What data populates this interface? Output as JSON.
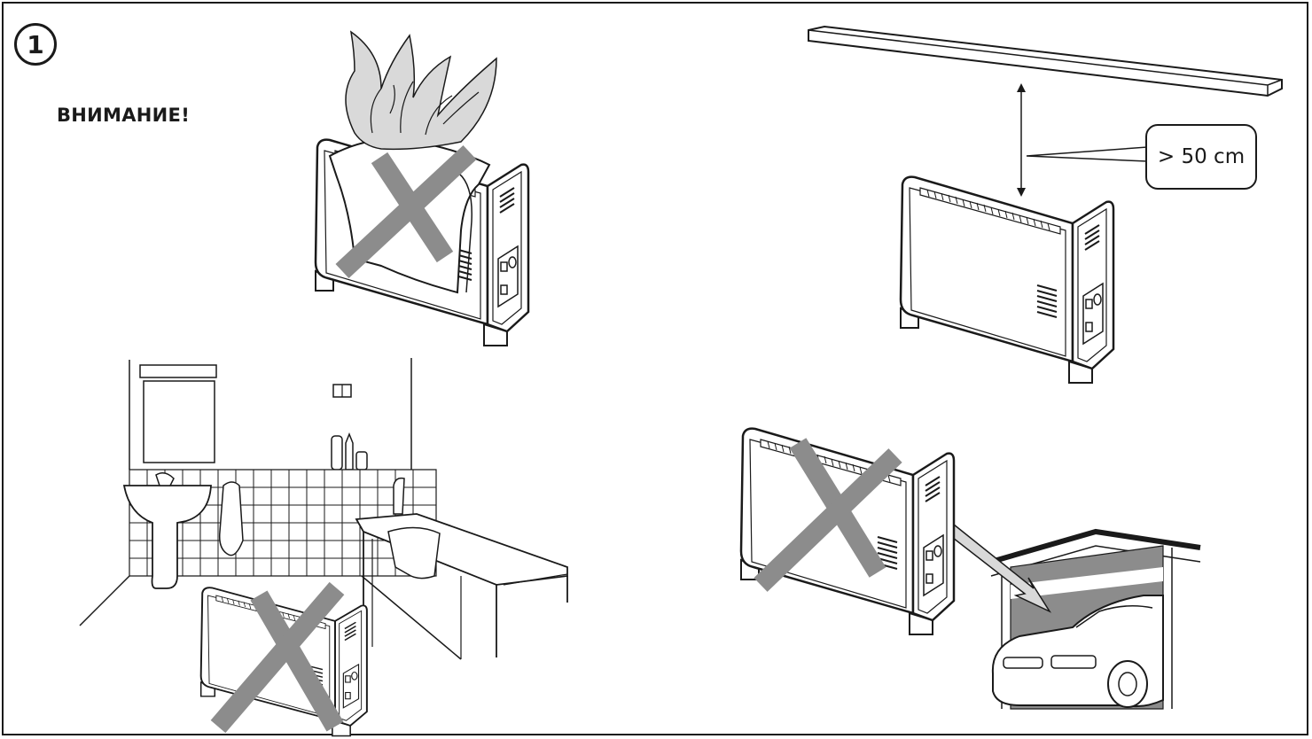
{
  "step_number": "1",
  "warning_title": "ВНИМАНИЕ!",
  "distance_label": "> 50 cm",
  "colors": {
    "line": "#1a1a1a",
    "cross": "#8c8c8c",
    "flame_fill": "#d9d9d9",
    "background": "#ffffff"
  }
}
